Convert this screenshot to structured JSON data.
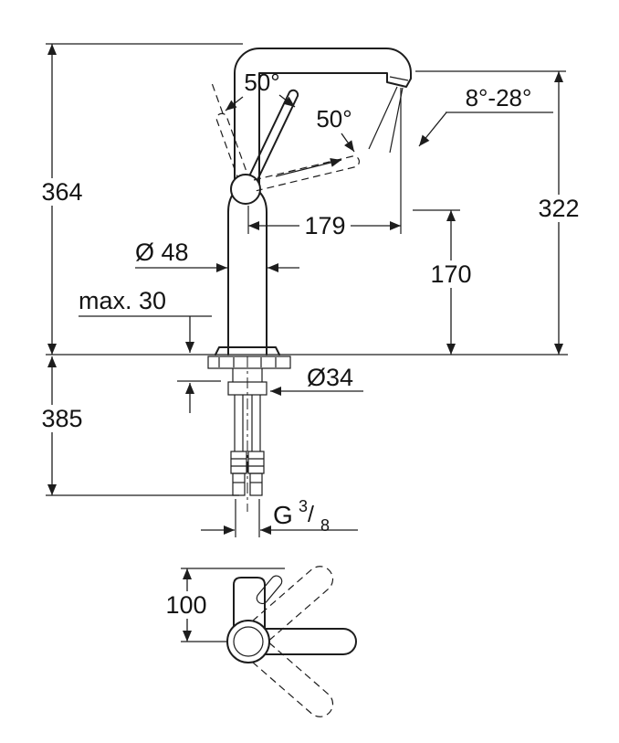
{
  "colors": {
    "ink": "#1d1d1d",
    "background": "#ffffff"
  },
  "front_view": {
    "dim_total_height": "364",
    "dim_spout_height": "322",
    "dim_spout_reach": "179",
    "dim_body_height": "170",
    "dim_body_diameter": "Ø 48",
    "dim_max_mounting": "max. 30",
    "dim_below_deck": "385",
    "dim_shank_diameter": "Ø34",
    "angle_handle_open": "50°",
    "angle_handle_swivel": "50°",
    "angle_spray": "8°-28°",
    "thread": {
      "letter": "G",
      "numerator": "3",
      "slash": "/",
      "denominator": "8"
    }
  },
  "top_view": {
    "dim_handle_projection": "100"
  }
}
